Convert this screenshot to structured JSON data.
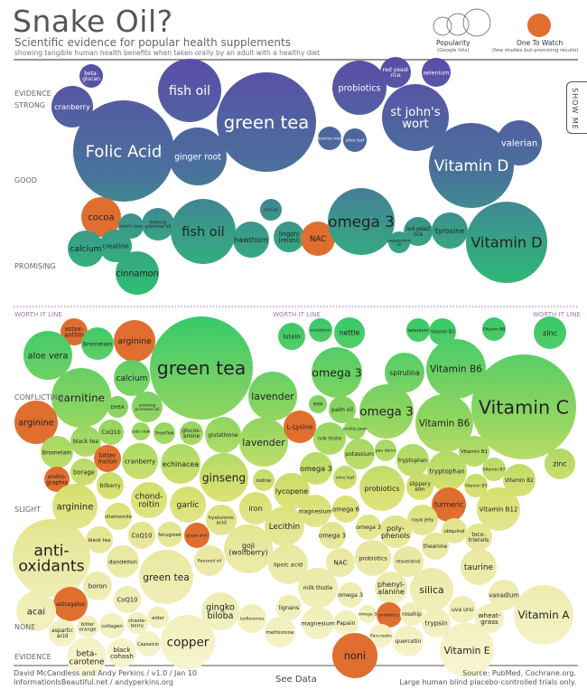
{
  "header": {
    "title": "Snake Oil?",
    "subtitle": "Scientific evidence for popular health supplements",
    "description": "showing tangible human health benefits when taken orally by an adult with a healthy diet"
  },
  "legend": {
    "popularity_label": "Popularity",
    "popularity_sub": "(Google hits)",
    "watch_label": "One To Watch",
    "watch_sub": "(few studies but promising results)"
  },
  "show_me_label": "SHOW ME",
  "colors": {
    "watch": "#e06e2f",
    "top_start": "#5a4fa8",
    "top_end": "#2cc070",
    "bottom_start": "#35c86a",
    "bottom_end": "#f7f4cf"
  },
  "chart_data": {
    "type": "bubble",
    "title": "Snake Oil?",
    "axis_labels": {
      "top": [
        "EVIDENCE",
        "STRONG",
        "GOOD",
        "PROMISING"
      ],
      "worth_it": "WORTH IT LINE",
      "bottom": [
        "CONFLICTING",
        "SLIGHT",
        "NONE",
        "EVIDENCE"
      ]
    },
    "bubbles": [
      {
        "label": "beta-\nglucan",
        "section": "top",
        "watch": false
      },
      {
        "label": "cranberry",
        "section": "top",
        "watch": false
      },
      {
        "label": "Folic Acid",
        "section": "top",
        "watch": false
      },
      {
        "label": "fish oil",
        "section": "top",
        "watch": false
      },
      {
        "label": "ginger root",
        "section": "top",
        "watch": false
      },
      {
        "label": "green tea",
        "section": "top",
        "watch": false
      },
      {
        "label": "licorice root",
        "section": "top",
        "watch": false
      },
      {
        "label": "olive leaf",
        "section": "top",
        "watch": false
      },
      {
        "label": "probiotics",
        "section": "top",
        "watch": false
      },
      {
        "label": "red yeast\nrice",
        "section": "top",
        "watch": false
      },
      {
        "label": "selenium",
        "section": "top",
        "watch": false
      },
      {
        "label": "st john's\nwort",
        "section": "top",
        "watch": false
      },
      {
        "label": "valerian",
        "section": "top",
        "watch": false
      },
      {
        "label": "Vitamin D",
        "section": "top",
        "watch": false
      },
      {
        "label": "cocoa",
        "section": "promising",
        "watch": true
      },
      {
        "label": "devil's claw",
        "section": "promising",
        "watch": false
      },
      {
        "label": "evening\nprimrose oil",
        "section": "promising",
        "watch": false
      },
      {
        "label": "fish oil",
        "section": "promising",
        "watch": false
      },
      {
        "label": "hawthorn",
        "section": "promising",
        "watch": false
      },
      {
        "label": "krill oil",
        "section": "promising",
        "watch": false
      },
      {
        "label": "lingzhi\n(reishi)",
        "section": "promising",
        "watch": false
      },
      {
        "label": "NAC",
        "section": "promising",
        "watch": true
      },
      {
        "label": "omega 3",
        "section": "promising",
        "watch": false
      },
      {
        "label": "peppermint\noil",
        "section": "promising",
        "watch": false
      },
      {
        "label": "red yeast\nrice",
        "section": "promising",
        "watch": false
      },
      {
        "label": "tyrosine",
        "section": "promising",
        "watch": false
      },
      {
        "label": "Vitamin D",
        "section": "promising",
        "watch": false
      },
      {
        "label": "calcium",
        "section": "promising",
        "watch": false
      },
      {
        "label": "creatine",
        "section": "promising",
        "watch": false
      },
      {
        "label": "cinnamon",
        "section": "promising",
        "watch": false
      },
      {
        "label": "astax-\nanthin",
        "section": "bottom",
        "watch": true
      },
      {
        "label": "Bromelain",
        "section": "bottom",
        "watch": false
      },
      {
        "label": "arginine",
        "section": "bottom",
        "watch": true
      },
      {
        "label": "aloe vera",
        "section": "bottom",
        "watch": false
      },
      {
        "label": "green tea",
        "section": "bottom",
        "watch": false
      },
      {
        "label": "calcium",
        "section": "bottom",
        "watch": false
      },
      {
        "label": "carnitine",
        "section": "bottom",
        "watch": false
      },
      {
        "label": "arginine",
        "section": "bottom",
        "watch": true
      },
      {
        "label": "DHEA",
        "section": "bottom",
        "watch": false
      },
      {
        "label": "evening\nprimrose oil",
        "section": "bottom",
        "watch": false
      },
      {
        "label": "lavender",
        "section": "bottom",
        "watch": false
      },
      {
        "label": "CoQ10",
        "section": "bottom",
        "watch": false
      },
      {
        "label": "cats claw",
        "section": "bottom",
        "watch": false
      },
      {
        "label": "feverfew",
        "section": "bottom",
        "watch": false
      },
      {
        "label": "glucos-\namine",
        "section": "bottom",
        "watch": false
      },
      {
        "label": "glutathione",
        "section": "bottom",
        "watch": false
      },
      {
        "label": "lavender",
        "section": "bottom",
        "watch": false
      },
      {
        "label": "black tea",
        "section": "bottom",
        "watch": false
      },
      {
        "label": "Bromelain",
        "section": "bottom",
        "watch": false
      },
      {
        "label": "bitter\nmelon",
        "section": "bottom",
        "watch": true
      },
      {
        "label": "cranberry",
        "section": "bottom",
        "watch": false
      },
      {
        "label": "echinacea",
        "section": "bottom",
        "watch": false
      },
      {
        "label": "andro-\ngraphis",
        "section": "bottom",
        "watch": true
      },
      {
        "label": "borage",
        "section": "bottom",
        "watch": false
      },
      {
        "label": "bilberry",
        "section": "bottom",
        "watch": false
      },
      {
        "label": "ginseng",
        "section": "bottom",
        "watch": false
      },
      {
        "label": "iodine",
        "section": "bottom",
        "watch": false
      },
      {
        "label": "lutein",
        "section": "bottom",
        "watch": false
      },
      {
        "label": "melatonin",
        "section": "bottom",
        "watch": false
      },
      {
        "label": "nettle",
        "section": "bottom",
        "watch": false
      },
      {
        "label": "selenium",
        "section": "bottom",
        "watch": false
      },
      {
        "label": "Vitamin B3",
        "section": "bottom",
        "watch": false
      },
      {
        "label": "Vitamin B8",
        "section": "bottom",
        "watch": false
      },
      {
        "label": "zinc",
        "section": "bottom",
        "watch": false
      },
      {
        "label": "omega 3",
        "section": "bottom",
        "watch": false
      },
      {
        "label": "spirulina",
        "section": "bottom",
        "watch": false
      },
      {
        "label": "Vitamin B6",
        "section": "bottom",
        "watch": false
      },
      {
        "label": "Vitamin C",
        "section": "bottom",
        "watch": false
      },
      {
        "label": "MSM",
        "section": "bottom",
        "watch": false
      },
      {
        "label": "palm oil",
        "section": "bottom",
        "watch": false
      },
      {
        "label": "omega 3",
        "section": "bottom",
        "watch": false
      },
      {
        "label": "Vitamin B6",
        "section": "bottom",
        "watch": false
      },
      {
        "label": "L-Lysine",
        "section": "bottom",
        "watch": true
      },
      {
        "label": "prickly pear",
        "section": "bottom",
        "watch": false
      },
      {
        "label": "milk thistle",
        "section": "bottom",
        "watch": false
      },
      {
        "label": "pau darco",
        "section": "bottom",
        "watch": false
      },
      {
        "label": "potassium",
        "section": "bottom",
        "watch": false
      },
      {
        "label": "tryptophan",
        "section": "bottom",
        "watch": false
      },
      {
        "label": "Vitamin B1",
        "section": "bottom",
        "watch": false
      },
      {
        "label": "zinc",
        "section": "bottom",
        "watch": false
      },
      {
        "label": "omega 3",
        "section": "bottom",
        "watch": false
      },
      {
        "label": "tryptophan",
        "section": "bottom",
        "watch": false
      },
      {
        "label": "Vitamin B7",
        "section": "bottom",
        "watch": false
      },
      {
        "label": "Vitamin B2",
        "section": "bottom",
        "watch": false
      },
      {
        "label": "olive leaf",
        "section": "bottom",
        "watch": false
      },
      {
        "label": "probiotics",
        "section": "bottom",
        "watch": false
      },
      {
        "label": "slippery\nelm",
        "section": "bottom",
        "watch": false
      },
      {
        "label": "Vitamin B5",
        "section": "bottom",
        "watch": false
      },
      {
        "label": "lycopene",
        "section": "bottom",
        "watch": false
      },
      {
        "label": "magnesium",
        "section": "bottom",
        "watch": false
      },
      {
        "label": "omega 6",
        "section": "bottom",
        "watch": false
      },
      {
        "label": "iron",
        "section": "bottom",
        "watch": false
      },
      {
        "label": "hyaluronic\nacid",
        "section": "bottom",
        "watch": false
      },
      {
        "label": "Lecithin",
        "section": "bottom",
        "watch": false
      },
      {
        "label": "omega 3",
        "section": "bottom",
        "watch": false
      },
      {
        "label": "omega 3",
        "section": "bottom",
        "watch": false
      },
      {
        "label": "poly-\nphenols",
        "section": "bottom",
        "watch": false
      },
      {
        "label": "goji\n(wolfberry)",
        "section": "bottom",
        "watch": false
      },
      {
        "label": "lipoic acid",
        "section": "bottom",
        "watch": false
      },
      {
        "label": "NAC",
        "section": "bottom",
        "watch": false
      },
      {
        "label": "probiotics",
        "section": "bottom",
        "watch": false
      },
      {
        "label": "flaxseed oil",
        "section": "bottom",
        "watch": false
      },
      {
        "label": "turmeric",
        "section": "bottom",
        "watch": true
      },
      {
        "label": "Vitamin B12",
        "section": "bottom",
        "watch": false
      },
      {
        "label": "royal jelly",
        "section": "bottom",
        "watch": false
      },
      {
        "label": "ubiquinol",
        "section": "bottom",
        "watch": false
      },
      {
        "label": "toco-\ntrienols",
        "section": "bottom",
        "watch": false
      },
      {
        "label": "theanine",
        "section": "bottom",
        "watch": false
      },
      {
        "label": "resveratrol",
        "section": "bottom",
        "watch": false
      },
      {
        "label": "taurine",
        "section": "bottom",
        "watch": false
      },
      {
        "label": "phenyl-\nalanine",
        "section": "bottom",
        "watch": false
      },
      {
        "label": "silica",
        "section": "bottom",
        "watch": false
      },
      {
        "label": "milk thistle",
        "section": "bottom",
        "watch": false
      },
      {
        "label": "omega 3",
        "section": "bottom",
        "watch": false
      },
      {
        "label": "vanadium",
        "section": "bottom",
        "watch": false
      },
      {
        "label": "Vitamin A",
        "section": "bottom",
        "watch": false
      },
      {
        "label": "uva ursi",
        "section": "bottom",
        "watch": false
      },
      {
        "label": "wheat-\ngrass",
        "section": "bottom",
        "watch": false
      },
      {
        "label": "omega 3",
        "section": "bottom",
        "watch": false
      },
      {
        "label": "probiotics",
        "section": "bottom",
        "watch": true
      },
      {
        "label": "rosehip",
        "section": "bottom",
        "watch": false
      },
      {
        "label": "trypsin",
        "section": "bottom",
        "watch": false
      },
      {
        "label": "magnesium",
        "section": "bottom",
        "watch": false
      },
      {
        "label": "Papain",
        "section": "bottom",
        "watch": false
      },
      {
        "label": "Pancreatin",
        "section": "bottom",
        "watch": false
      },
      {
        "label": "quercetin",
        "section": "bottom",
        "watch": false
      },
      {
        "label": "noni",
        "section": "bottom",
        "watch": true
      },
      {
        "label": "Vitamin E",
        "section": "bottom",
        "watch": false
      },
      {
        "label": "lignans",
        "section": "bottom",
        "watch": false
      },
      {
        "label": "methionine",
        "section": "bottom",
        "watch": false
      },
      {
        "label": "arginine",
        "section": "bottom",
        "watch": false
      },
      {
        "label": "chond-\nroitin",
        "section": "bottom",
        "watch": false
      },
      {
        "label": "garlic",
        "section": "bottom",
        "watch": false
      },
      {
        "label": "chamomile",
        "section": "bottom",
        "watch": false
      },
      {
        "label": "black tea",
        "section": "bottom",
        "watch": false
      },
      {
        "label": "CoQ10",
        "section": "bottom",
        "watch": false
      },
      {
        "label": "fenugreek",
        "section": "bottom",
        "watch": false
      },
      {
        "label": "grape skin",
        "section": "bottom",
        "watch": true
      },
      {
        "label": "anti-\noxidants",
        "section": "bottom",
        "watch": false
      },
      {
        "label": "dandelion",
        "section": "bottom",
        "watch": false
      },
      {
        "label": "green tea",
        "section": "bottom",
        "watch": false
      },
      {
        "label": "boron",
        "section": "bottom",
        "watch": false
      },
      {
        "label": "CoQ10",
        "section": "bottom",
        "watch": false
      },
      {
        "label": "astragalus",
        "section": "bottom",
        "watch": true
      },
      {
        "label": "acai",
        "section": "bottom",
        "watch": false
      },
      {
        "label": "bitter\norange",
        "section": "bottom",
        "watch": false
      },
      {
        "label": "aspartic\nacid",
        "section": "bottom",
        "watch": false
      },
      {
        "label": "collagen",
        "section": "bottom",
        "watch": false
      },
      {
        "label": "chaste-\nberry",
        "section": "bottom",
        "watch": false
      },
      {
        "label": "elder",
        "section": "bottom",
        "watch": false
      },
      {
        "label": "gingko\nbiloba",
        "section": "bottom",
        "watch": false
      },
      {
        "label": "isoflavones",
        "section": "bottom",
        "watch": false
      },
      {
        "label": "Capsaicin",
        "section": "bottom",
        "watch": false
      },
      {
        "label": "copper",
        "section": "bottom",
        "watch": false
      },
      {
        "label": "black\ncohosh",
        "section": "bottom",
        "watch": false
      },
      {
        "label": "beta-\ncarotene",
        "section": "bottom",
        "watch": false
      }
    ]
  },
  "footer": {
    "credit_line1": "David McCandless and Andy Perkins / v1.0 / Jan 10",
    "credit_line2": "InformationIsBeautiful.net / andyperkins.org",
    "see_data": "See Data",
    "source_line1": "Source: PubMed, Cochrane.org.",
    "source_line2": "Large human blind placebo-controlled trials only."
  }
}
